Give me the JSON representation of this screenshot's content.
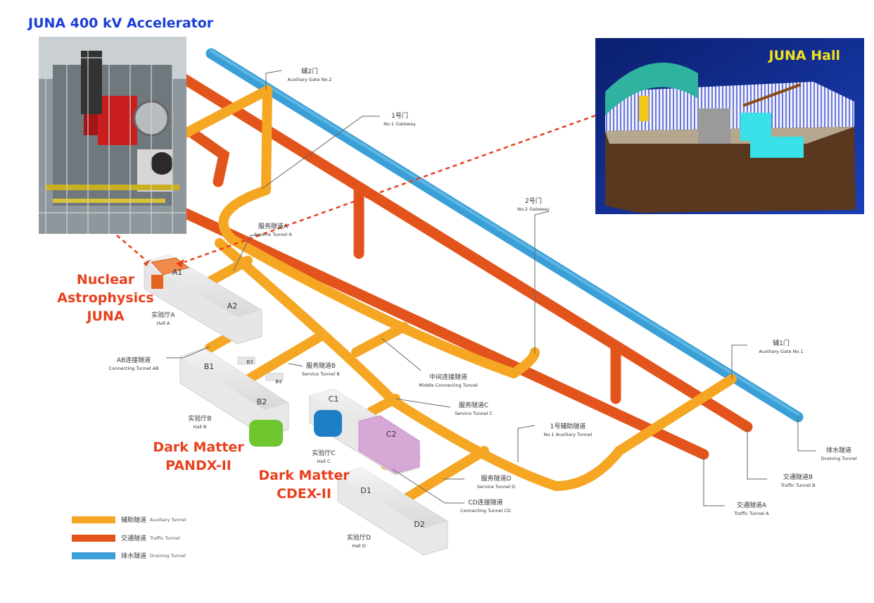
{
  "title": "JUNA  400 kV Accelerator",
  "inset_title": "JUNA Hall",
  "captions": {
    "juna": [
      "Nuclear",
      "Astrophysics",
      "JUNA"
    ],
    "pandx": [
      "Dark Matter",
      "PANDX-II"
    ],
    "cdex": [
      "Dark Matter",
      "CDEX-II"
    ]
  },
  "halls": {
    "a1": "A1",
    "a2": "A2",
    "b1": "B1",
    "b2": "B2",
    "b3": "B3",
    "b4": "B4",
    "c1": "C1",
    "c2": "C2",
    "d1": "D1",
    "d2": "D2"
  },
  "labels": {
    "aux_gate2_zh": "辅2门",
    "aux_gate2_en": "Auxiliary Gate No.2",
    "gate1_zh": "1号门",
    "gate1_en": "No.1 Gateway",
    "gate2_zh": "2号门",
    "gate2_en": "No.2 Gateway",
    "svcA_zh": "服务隧道A",
    "svcA_en": "Service Tunnel A",
    "hallA_zh": "实验厅A",
    "hallA_en": "Hall A",
    "ab_zh": "AB连接隧道",
    "ab_en": "Connecting Tunnel AB",
    "svcB_zh": "服务隧道B",
    "svcB_en": "Service Tunnel B",
    "mid_zh": "中间连接隧道",
    "mid_en": "Middle Connecting Tunnel",
    "hallB_zh": "实验厅B",
    "hallB_en": "Hall B",
    "svcC_zh": "服务隧道C",
    "svcC_en": "Service Tunnel C",
    "aux1_zh": "1号辅助隧道",
    "aux1_en": "No.1 Auxiliary Tunnel",
    "hallC_zh": "实验厅C",
    "hallC_en": "Hall C",
    "svcD_zh": "服务隧道D",
    "svcD_en": "Service Tunnel D",
    "cd_zh": "CD连接隧道",
    "cd_en": "Connecting Tunnel CD",
    "hallD_zh": "实验厅D",
    "hallD_en": "Hall D",
    "auxgate1_zh": "辅1门",
    "auxgate1_en": "Auxiliary Gate No.1",
    "drain_zh": "排水隧道",
    "drain_en": "Draining Tunnel",
    "trafB_zh": "交通隧道B",
    "trafB_en": "Traffic Tunnel B",
    "trafA_zh": "交通隧道A",
    "trafA_en": "Traffic Tunnel A"
  },
  "legend": [
    {
      "zh": "辅助隧道",
      "en": "Auxiliary Tunnel",
      "color": "#f5a623"
    },
    {
      "zh": "交通隧道",
      "en": "Traffic Tunnel",
      "color": "#e2541b"
    },
    {
      "zh": "排水隧道",
      "en": "Draining Tunnel",
      "color": "#3a9fd6"
    }
  ],
  "colors": {
    "auxiliary": "#f5a623",
    "traffic": "#e2541b",
    "draining": "#3a9fd6",
    "caption_red": "#e8401c",
    "title_blue": "#1a3ed6"
  }
}
